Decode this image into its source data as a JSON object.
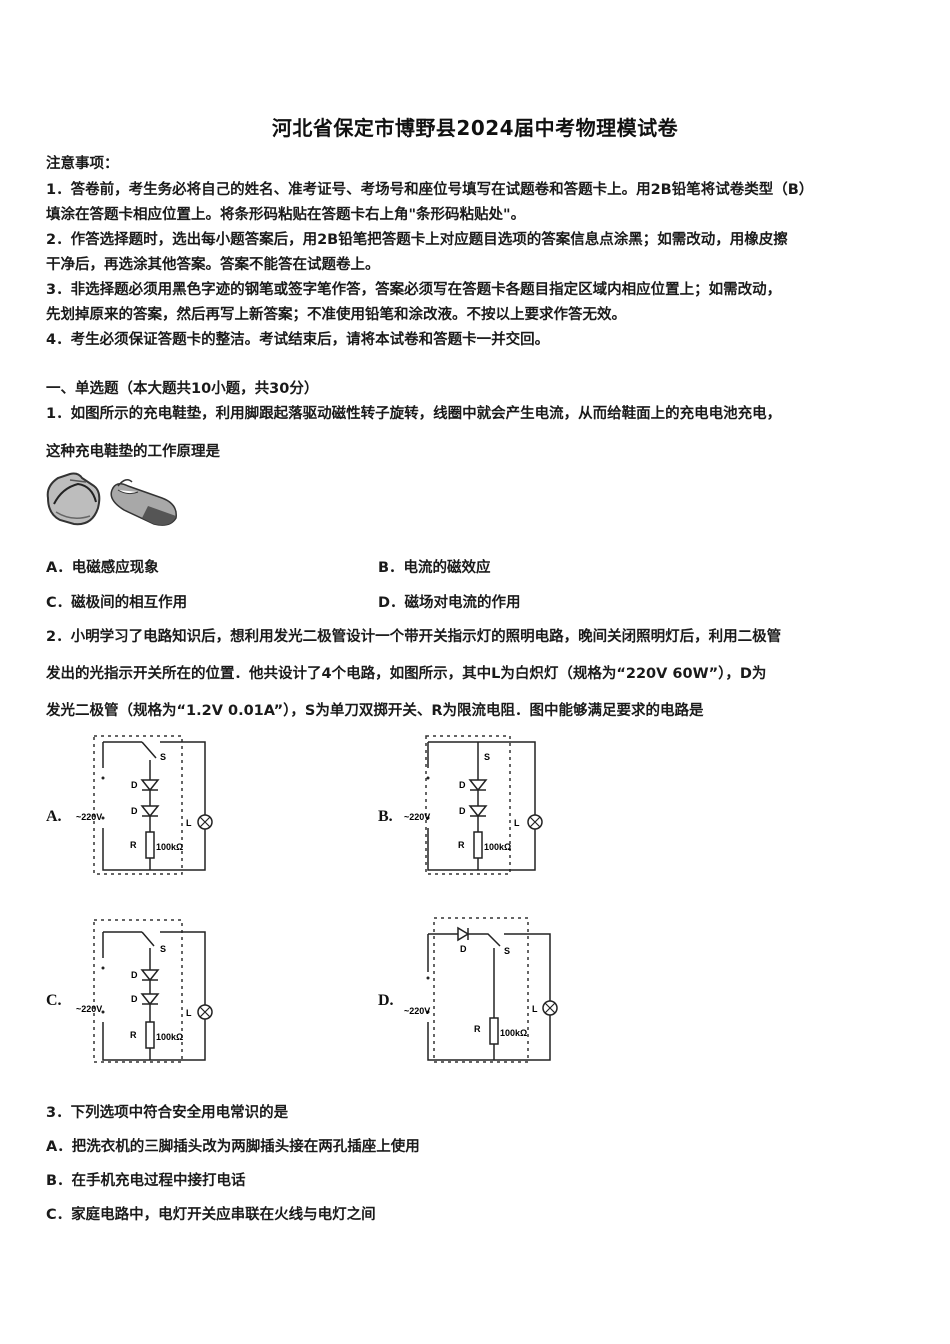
{
  "document": {
    "title": "河北省保定市博野县2024届中考物理模试卷",
    "notice": {
      "heading": "注意事项：",
      "lines": [
        "1．答卷前，考生务必将自己的姓名、准考证号、考场号和座位号填写在试题卷和答题卡上。用2B铅笔将试卷类型（B）",
        "填涂在答题卡相应位置上。将条形码粘贴在答题卡右上角\"条形码粘贴处\"。",
        "2．作答选择题时，选出每小题答案后，用2B铅笔把答题卡上对应题目选项的答案信息点涂黑；如需改动，用橡皮擦",
        "干净后，再选涂其他答案。答案不能答在试题卷上。",
        "3．非选择题必须用黑色字迹的钢笔或签字笔作答，答案必须写在答题卡各题目指定区域内相应位置上；如需改动，",
        "先划掉原来的答案，然后再写上新答案；不准使用铅笔和涂改液。不按以上要求作答无效。",
        "4．考生必须保证答题卡的整洁。考试结束后，请将本试卷和答题卡一并交回。"
      ]
    },
    "section1": {
      "heading": "一、单选题（本大题共10小题，共30分）"
    },
    "q1": {
      "stem_line1": "1．如图所示的充电鞋垫，利用脚跟起落驱动磁性转子旋转，线圈中就会产生电流，从而给鞋面上的充电电池充电，",
      "stem_line2": "这种充电鞋垫的工作原理是",
      "image": "shoe-insole-figure",
      "options": {
        "A": "A．电磁感应现象",
        "B": "B．电流的磁效应",
        "C": "C．磁极间的相互作用",
        "D": "D．磁场对电流的作用"
      }
    },
    "q2": {
      "stem_line1": "2．小明学习了电路知识后，想利用发光二极管设计一个带开关指示灯的照明电路，晚间关闭照明灯后，利用二极管",
      "stem_line2": "发出的光指示开关所在的位置．他共设计了4个电路，如图所示，其中L为白炽灯（规格为“220V 60W”），D为",
      "stem_line3": "发光二极管（规格为“1.2V 0.01A”），S为单刀双掷开关、R为限流电阻．图中能够满足要求的电路是",
      "circuits": [
        {
          "label": "A.",
          "voltage": "~220V",
          "switch": "S",
          "diode": "D",
          "resistor": "R",
          "resistance": "100kΩ",
          "lamp": "L"
        },
        {
          "label": "B.",
          "voltage": "~220V",
          "switch": "S",
          "diode": "D",
          "resistor": "R",
          "resistance": "100kΩ",
          "lamp": "L"
        },
        {
          "label": "C.",
          "voltage": "~220V",
          "switch": "S",
          "diode": "D",
          "resistor": "R",
          "resistance": "100kΩ",
          "lamp": "L"
        },
        {
          "label": "D.",
          "voltage": "~220V",
          "switch": "S",
          "diode": "D",
          "resistor": "R",
          "resistance": "100kΩ",
          "lamp": "L"
        }
      ]
    },
    "q3": {
      "stem": "3．下列选项中符合安全用电常识的是",
      "options": {
        "A": "A．把洗衣机的三脚插头改为两脚插头接在两孔插座上使用",
        "B": "B．在手机充电过程中接打电话",
        "C": "C．家庭电路中，电灯开关应串联在火线与电灯之间"
      }
    }
  }
}
